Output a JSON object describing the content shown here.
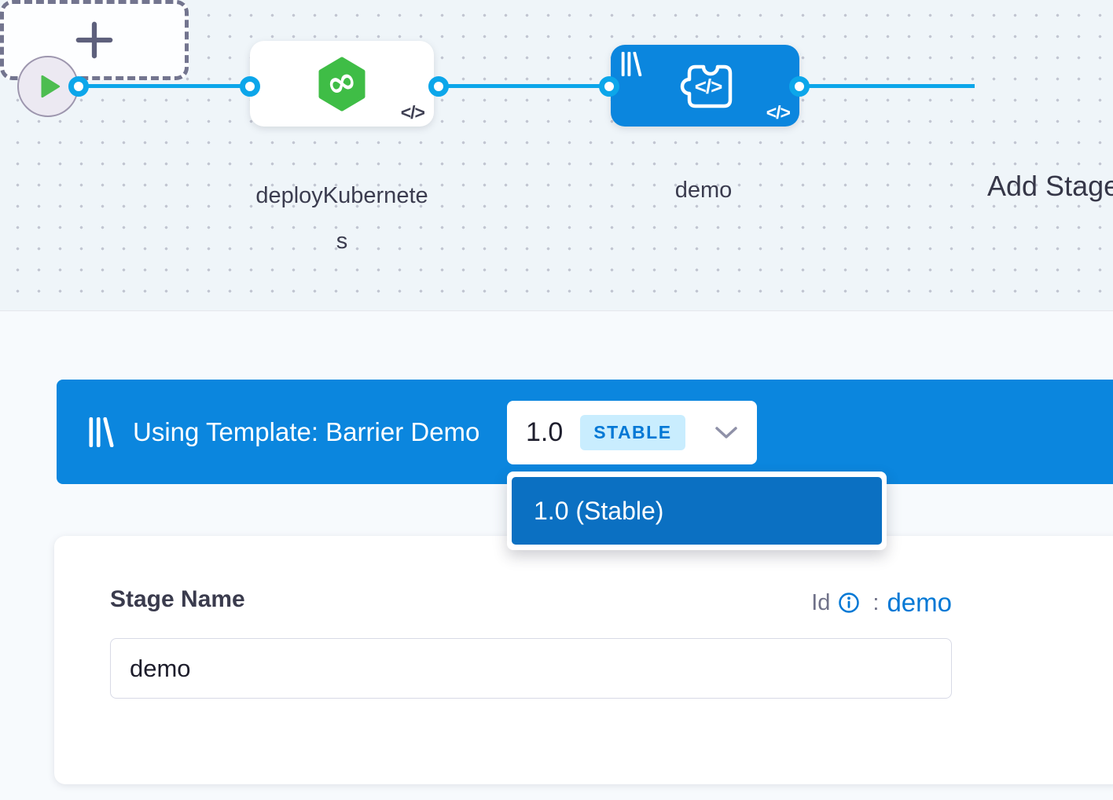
{
  "pipeline_canvas": {
    "stages": [
      {
        "name": "deployKubernetes",
        "code_badge": "</>",
        "templated": false
      },
      {
        "name": "demo",
        "code_badge": "</>",
        "templated": true
      }
    ],
    "add_stage_label": "Add Stage"
  },
  "template_banner": {
    "label": "Using Template: Barrier Demo",
    "version": "1.0",
    "badge": "STABLE"
  },
  "version_dropdown": {
    "options": [
      {
        "label": "1.0 (Stable)",
        "selected": true
      }
    ]
  },
  "stage_form": {
    "name_label": "Stage Name",
    "name_value": "demo",
    "id_label": "Id",
    "id_separator": ":",
    "id_value": "demo"
  },
  "colors": {
    "banner_blue": "#0b86de",
    "selected_option_blue": "#0b70c2",
    "connector_blue": "#0ca6ea",
    "stage_green": "#3fbd46",
    "badge_bg": "#c9edfe",
    "badge_text": "#0278d5",
    "link_blue": "#0278d5"
  }
}
